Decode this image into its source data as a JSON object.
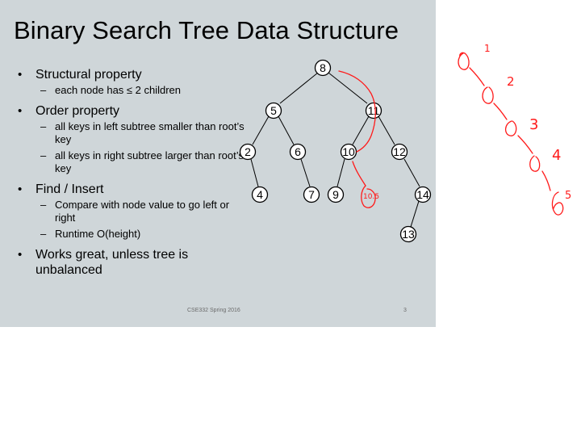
{
  "slide": {
    "title": "Binary Search Tree Data Structure",
    "footer_course": "CSE332 Spring 2016",
    "footer_page": "3",
    "bullets": [
      {
        "text": "Structural property",
        "subs": [
          "each node has ≤ 2 children"
        ]
      },
      {
        "text": "Order property",
        "subs": [
          "all keys in left subtree smaller than root’s key",
          "all keys in right subtree larger than root’s key"
        ]
      },
      {
        "text": "Find / Insert",
        "subs": [
          "Compare with node value to go left or right",
          "Runtime O(height)"
        ]
      },
      {
        "text": "Works great, unless tree is unbalanced",
        "subs": []
      }
    ]
  },
  "tree": {
    "nodes": [
      "8",
      "5",
      "11",
      "2",
      "6",
      "10",
      "12",
      "4",
      "7",
      "9",
      "14",
      "13"
    ]
  },
  "handwriting": {
    "tree_annotation": "10.5",
    "sequence_labels": [
      "1",
      "2",
      "3",
      "4",
      "5"
    ]
  },
  "colors": {
    "slide_background": "#cfd6d9",
    "ink": "#ff1a1a"
  }
}
